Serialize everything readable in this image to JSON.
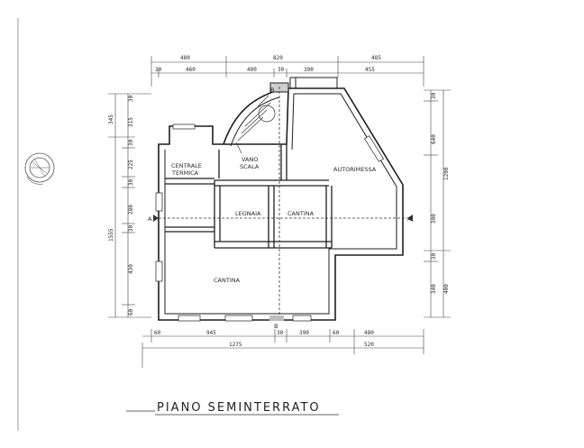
{
  "plan": {
    "title": "PIANO SEMINTERRATO",
    "rooms": {
      "centrale_line1": "CENTRALE",
      "centrale_line2": "TERMICA",
      "vano_line1": "VANO",
      "vano_line2": "SCALA",
      "autorimessa": "AUTORIMESSA",
      "legnaia": "LEGNAIA",
      "cantina_right": "CANTINA",
      "cantina_main": "CANTINA"
    },
    "section_marks": {
      "a_left": "A",
      "a_right": "A",
      "b_top": "B",
      "b_bottom": "B"
    },
    "dims_top": {
      "row1": [
        "480",
        "820",
        "485"
      ],
      "row2": [
        "30",
        "460",
        "400",
        "30",
        "390",
        "455"
      ]
    },
    "dims_bottom": {
      "row1": [
        "60",
        "945",
        "30",
        "390",
        "60",
        "480"
      ],
      "row2": [
        "1275",
        "520"
      ]
    },
    "dims_left": {
      "outer": [
        "345",
        "1555"
      ],
      "inner": [
        "30",
        "315",
        "30",
        "225",
        "30",
        "280",
        "30",
        "430",
        "60"
      ]
    },
    "dims_right": {
      "outer": [
        "1200",
        "400"
      ],
      "inner": [
        "30",
        "640",
        "300",
        "30",
        "340"
      ]
    }
  }
}
